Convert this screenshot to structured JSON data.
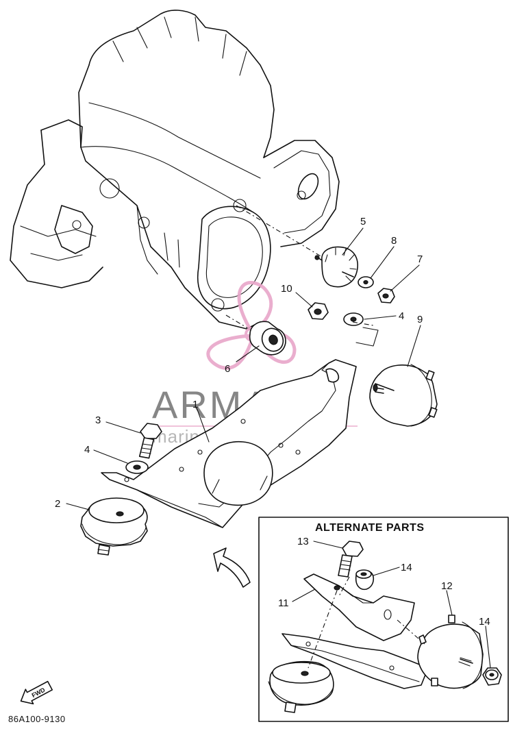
{
  "diagram": {
    "callouts": [
      {
        "id": "callout-1",
        "label": "1"
      },
      {
        "id": "callout-2",
        "label": "2"
      },
      {
        "id": "callout-3",
        "label": "3"
      },
      {
        "id": "callout-4a",
        "label": "4"
      },
      {
        "id": "callout-4b",
        "label": "4"
      },
      {
        "id": "callout-5",
        "label": "5"
      },
      {
        "id": "callout-6",
        "label": "6"
      },
      {
        "id": "callout-7",
        "label": "7"
      },
      {
        "id": "callout-8",
        "label": "8"
      },
      {
        "id": "callout-9",
        "label": "9"
      },
      {
        "id": "callout-10",
        "label": "10"
      },
      {
        "id": "callout-11",
        "label": "11"
      },
      {
        "id": "callout-12",
        "label": "12"
      },
      {
        "id": "callout-13",
        "label": "13"
      },
      {
        "id": "callout-14a",
        "label": "14"
      },
      {
        "id": "callout-14b",
        "label": "14"
      }
    ],
    "inset_title": "ALTERNATE PARTS",
    "fwd_label": "FWD",
    "drawing_code": "86A100-9130"
  },
  "watermark": {
    "name": "ARMADA",
    "tagline": "marine outboards",
    "name_color": "#7a7a7a",
    "tagline_color": "#b0b0b0",
    "logo_color": "#e8a6c9"
  }
}
